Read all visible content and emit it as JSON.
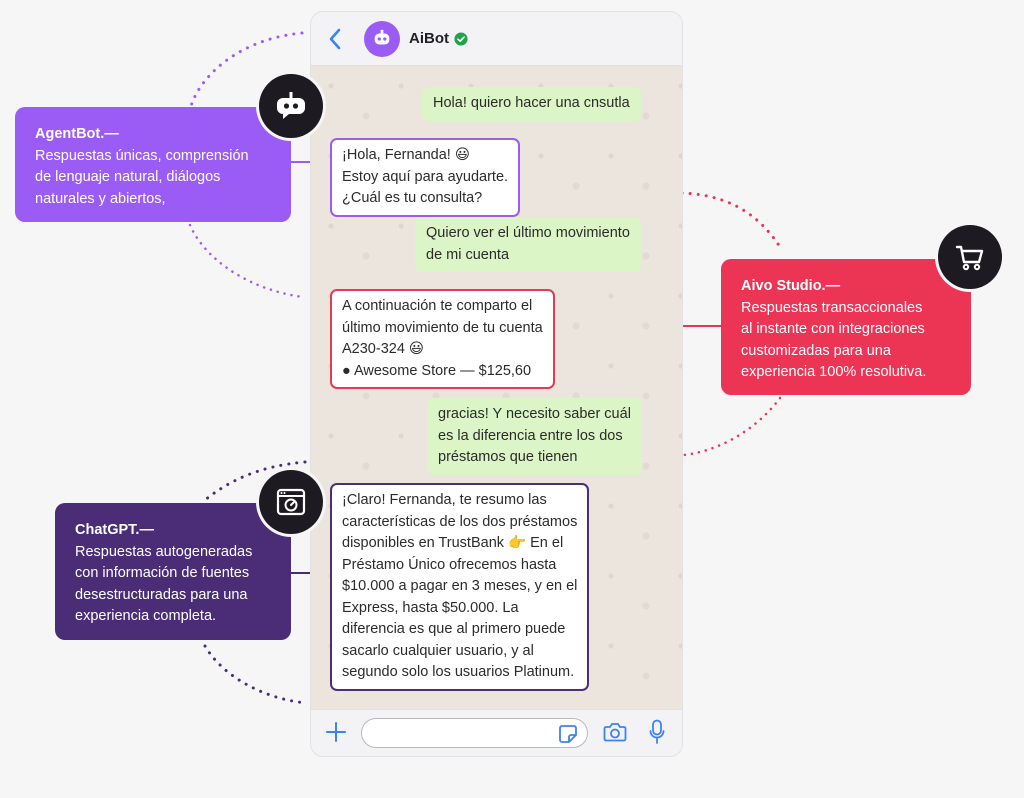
{
  "chat_header": {
    "name": "AiBot"
  },
  "messages": [
    {
      "type": "out",
      "lines": [
        "Hola! quiero hacer una cnsutla"
      ]
    },
    {
      "type": "in",
      "accent": "purple",
      "lines": [
        "¡Hola, Fernanda! 😃",
        "Estoy aquí para ayudarte.",
        "¿Cuál es tu consulta?"
      ]
    },
    {
      "type": "out",
      "lines": [
        "Quiero ver el último movimiento",
        "de mi cuenta"
      ]
    },
    {
      "type": "in",
      "accent": "red",
      "lines": [
        "A continuación te comparto el",
        "último movimiento de tu cuenta",
        "A230-324 😃",
        "● Awesome Store — $125,60"
      ]
    },
    {
      "type": "out",
      "lines": [
        "gracias! Y necesito saber cuál",
        "es la diferencia entre los dos",
        "préstamos que tienen"
      ]
    },
    {
      "type": "in",
      "accent": "navy",
      "lines": [
        "¡Claro! Fernanda, te resumo las",
        "características de los dos préstamos",
        "disponibles en TrustBank 👉 En el",
        "Préstamo Único ofrecemos hasta",
        "$10.000 a pagar en 3 meses, y en el",
        "Express, hasta $50.000. La",
        "diferencia es que al primero puede",
        "sacarlo cualquier usuario, y al",
        "segundo solo los usuarios Platinum."
      ]
    }
  ],
  "cards": {
    "agent": {
      "title": "AgentBot.—",
      "lines": [
        "Respuestas únicas, comprensión",
        "de lenguaje natural, diálogos",
        "naturales y abiertos,"
      ]
    },
    "aivo": {
      "title": "Aivo Studio.—",
      "lines": [
        "Respuestas transaccionales",
        "al instante con integraciones",
        "customizadas para una",
        "experiencia 100% resolutiva."
      ]
    },
    "gpt": {
      "title": "ChatGPT.—",
      "lines": [
        "Respuestas autogeneradas",
        "con información de fuentes",
        "desestructuradas para una",
        "experiencia completa."
      ]
    }
  },
  "icons": {
    "back": "chevron-left-icon",
    "avatar": "robot-icon",
    "verified": "verified-check-icon",
    "plus": "plus-icon",
    "sticker": "sticker-icon",
    "camera": "camera-icon",
    "mic": "microphone-icon",
    "agent_badge": "robot-icon",
    "aivo_badge": "cart-icon",
    "gpt_badge": "browser-window-icon"
  },
  "colors": {
    "agent": "#9b5cf6",
    "aivo": "#ec3455",
    "gpt": "#4a2c77",
    "outgoing_bubble": "#dcf5c6",
    "chat_background": "#ece5dd",
    "accent_blue": "#3b82f6",
    "verified_green": "#22a34a"
  }
}
